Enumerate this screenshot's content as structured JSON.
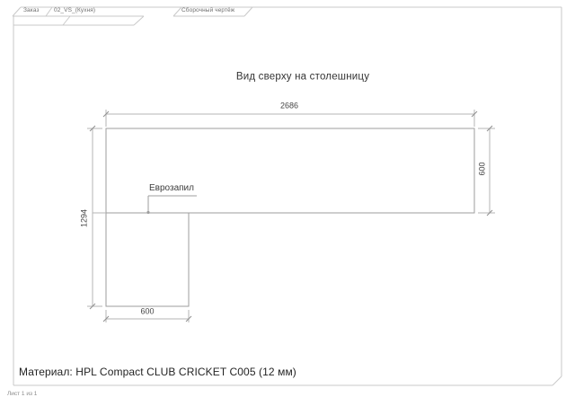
{
  "header": {
    "tabs": [
      {
        "id": "order",
        "label": "Заказ"
      },
      {
        "id": "project",
        "label": "02_VS_(Кухня)"
      },
      {
        "id": "sheet_type",
        "label": "Сборочный чертёж"
      }
    ]
  },
  "drawing": {
    "title": "Вид сверху на столешницу",
    "joint_label": "Еврозапил",
    "dimensions": {
      "top_width_mm": "2686",
      "right_depth_mm": "600",
      "left_height_mm": "1294",
      "bottom_leg_width_mm": "600"
    }
  },
  "footer": {
    "material": "Материал: HPL Compact CLUB CRICKET C005 (12 мм)",
    "sheet_counter": "Лист 1 из 1"
  },
  "colors": {
    "frame_line": "#c9c9c9",
    "outline_line": "#9e9e9e",
    "dimension_line": "#b4b4b4",
    "tick_mark": "#8f8f8f",
    "text_dark": "#333333",
    "text_gray": "#8a8a8a"
  }
}
